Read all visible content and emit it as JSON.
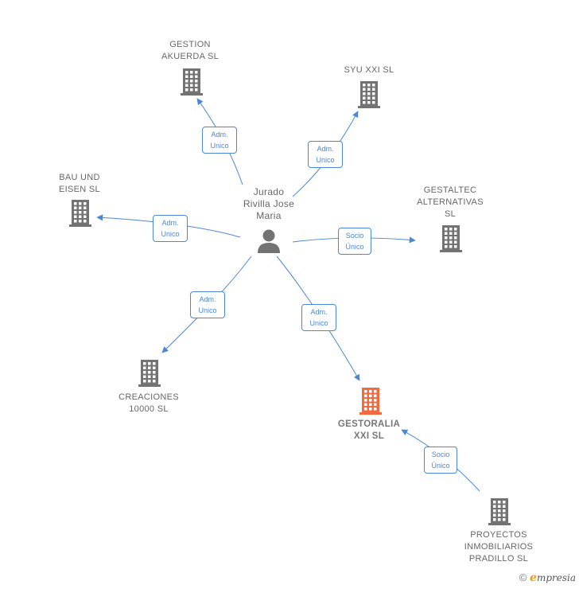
{
  "person": {
    "label_lines": [
      "Jurado",
      "Rivilla Jose",
      "Maria"
    ]
  },
  "companies": {
    "gestion": {
      "lines": [
        "GESTION",
        "AKUERDA  SL"
      ]
    },
    "syu": {
      "lines": [
        "SYU XXI  SL"
      ]
    },
    "bau": {
      "lines": [
        "BAU UND",
        "EISEN SL"
      ]
    },
    "gestaltec": {
      "lines": [
        "GESTALTEC",
        "ALTERNATIVAS",
        "SL"
      ]
    },
    "creaciones": {
      "lines": [
        "CREACIONES",
        "10000  SL"
      ]
    },
    "gestoralia": {
      "lines": [
        "GESTORALIA",
        "XXI  SL"
      ]
    },
    "proyectos": {
      "lines": [
        "PROYECTOS",
        "INMOBILIARIOS",
        "PRADILLO SL"
      ]
    }
  },
  "edge_labels": {
    "gestion": [
      "Adm.",
      "Unico"
    ],
    "syu": [
      "Adm.",
      "Unico"
    ],
    "bau": [
      "Adm.",
      "Unico"
    ],
    "gestaltec": [
      "Socio",
      "Único"
    ],
    "creaciones": [
      "Adm.",
      "Unico"
    ],
    "gestoralia": [
      "Adm.",
      "Unico"
    ],
    "proyectos": [
      "Socio",
      "Único"
    ]
  },
  "colors": {
    "edge": "#4a87d6",
    "building": "#737373",
    "highlight": "#f26a3d",
    "person": "#737373"
  },
  "icons": {
    "company": "building-icon",
    "person": "person-icon",
    "copyright": "copyright-icon"
  },
  "footer": {
    "copyright": "©",
    "brand_initial": "e",
    "brand_rest": "mpresia"
  }
}
